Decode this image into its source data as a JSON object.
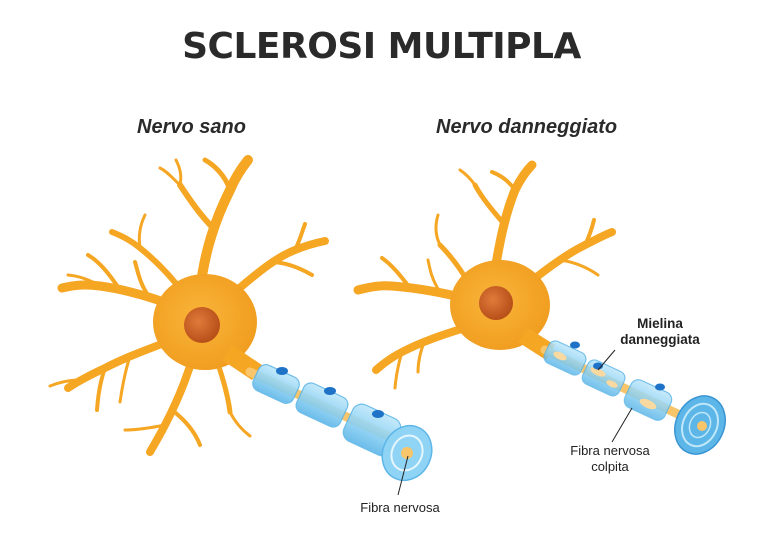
{
  "title": "SCLEROSI MULTIPLA",
  "panels": {
    "left": {
      "title": "Nervo sano",
      "label": "Fibra nervosa"
    },
    "right": {
      "title": "Nervo danneggiato",
      "damage_label": [
        "Mielina",
        "danneggiata"
      ],
      "fiber_label": [
        "Fibra nervosa",
        "colpita"
      ]
    }
  },
  "colors": {
    "neuron": "#F5A623",
    "neuron_dark": "#E8901A",
    "nucleus": "#D2601F",
    "myelin": "#8FD3F5",
    "myelin_dark": "#4BA8E0",
    "schwann_nucleus": "#1E73C8",
    "axon": "#F9C56A"
  }
}
